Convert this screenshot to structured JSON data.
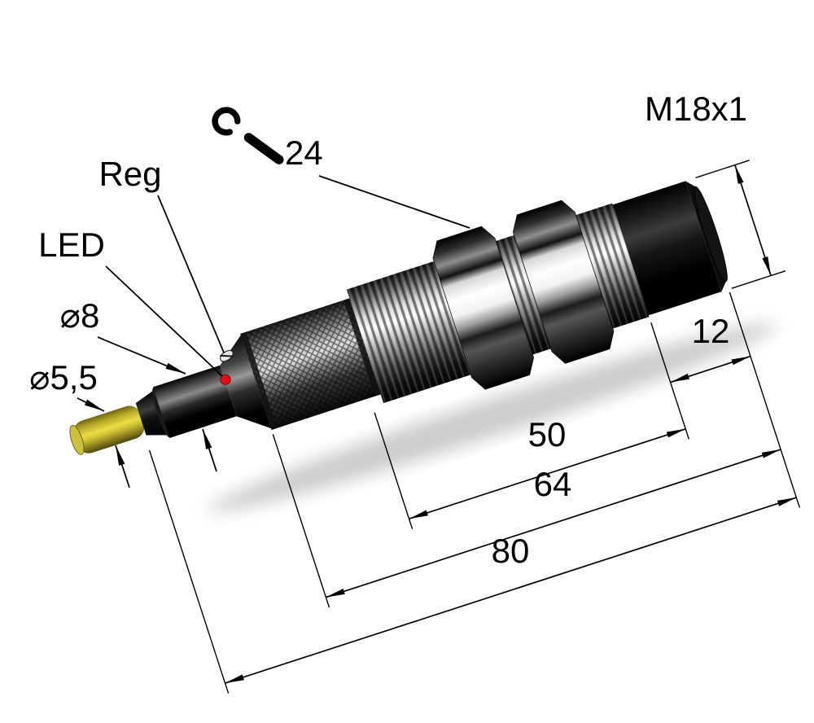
{
  "labels": {
    "reg": "Reg",
    "led": "LED",
    "cable_diameter": "⌀5,5",
    "gland_diameter": "⌀8",
    "wrench_size": "24",
    "thread_size": "M18x1"
  },
  "dimensions": {
    "front_length": "12",
    "thread_length": "50",
    "body_length": "64",
    "total_length": "80"
  },
  "colors": {
    "cable_yellow": "#d8ca35",
    "led_red": "#e01010",
    "metal_light": "#ffffff",
    "metal_dark": "#1a1a1a",
    "line": "#000000",
    "background": "#ffffff"
  },
  "icons": {
    "wrench": "wrench-icon"
  }
}
